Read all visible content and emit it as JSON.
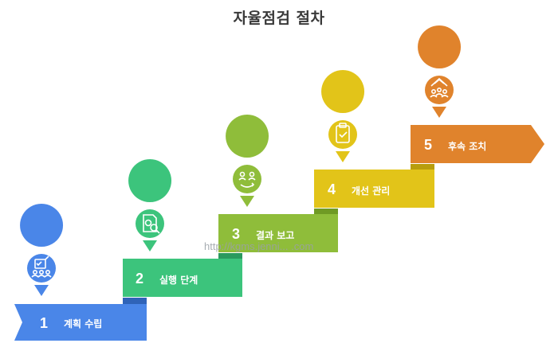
{
  "title": "자율점검 절차",
  "watermark": "http://kgms.jenni... .com",
  "steps": [
    {
      "num": "1",
      "label": "계획 수립",
      "color": "#4a86e8",
      "icon": "checklist-people-icon"
    },
    {
      "num": "2",
      "label": "실행 단계",
      "color": "#3cc47c",
      "icon": "document-search-icon"
    },
    {
      "num": "3",
      "label": "결과 보고",
      "color": "#8fbd3a",
      "icon": "people-exchange-icon"
    },
    {
      "num": "4",
      "label": "개선 관리",
      "color": "#e2c419",
      "icon": "clipboard-check-icon"
    },
    {
      "num": "5",
      "label": "후속 조치",
      "color": "#e0832c",
      "icon": "team-growth-icon"
    }
  ]
}
